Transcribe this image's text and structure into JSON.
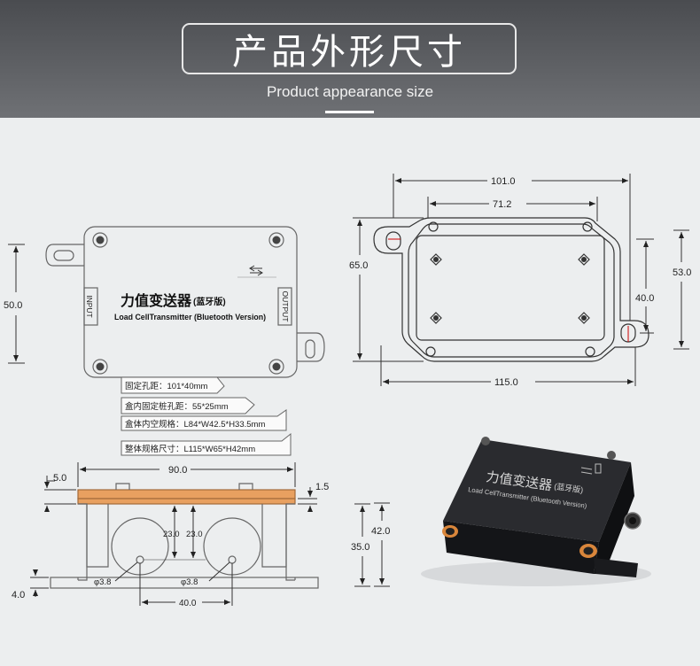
{
  "header": {
    "title": "产品外形尺寸",
    "subtitle": "Product appearance size"
  },
  "top_view": {
    "name_cn": "力值变送器",
    "name_cn_suffix": "(蓝牙版)",
    "name_en": "Load CellTransmitter (Bluetooth Version)",
    "input_label": "INPUT",
    "output_label": "OUTPUT",
    "dim_height": "50.0"
  },
  "specs": [
    "固定孔距：101*40mm",
    "盒内固定桩孔距：55*25mm",
    "盒体内空规格：L84*W42.5*H33.5mm",
    "整体规格尺寸：L115*W65*H42mm"
  ],
  "outline_view": {
    "dim_101": "101.0",
    "dim_71": "71.2",
    "dim_65": "65.0",
    "dim_53": "53.0",
    "dim_40": "40.0",
    "dim_115": "115.0"
  },
  "side_view": {
    "dim_90": "90.0",
    "dim_5": "5.0",
    "dim_1_5": "1.5",
    "dim_23a": "23.0",
    "dim_23b": "23.0",
    "dim_dia_a": "φ3.8",
    "dim_dia_b": "φ3.8",
    "dim_40": "40.0",
    "dim_4": "4.0"
  },
  "photo": {
    "name_cn": "力值变送器",
    "name_cn_suffix": "(蓝牙版)",
    "name_en": "Load CellTransmitter (Bluetooth Version)",
    "dim_42": "42.0",
    "dim_35": "35.0"
  },
  "colors": {
    "line": "#555555",
    "dim": "#222222",
    "orange": "#e8a060",
    "box_dark": "#1c1d20"
  }
}
